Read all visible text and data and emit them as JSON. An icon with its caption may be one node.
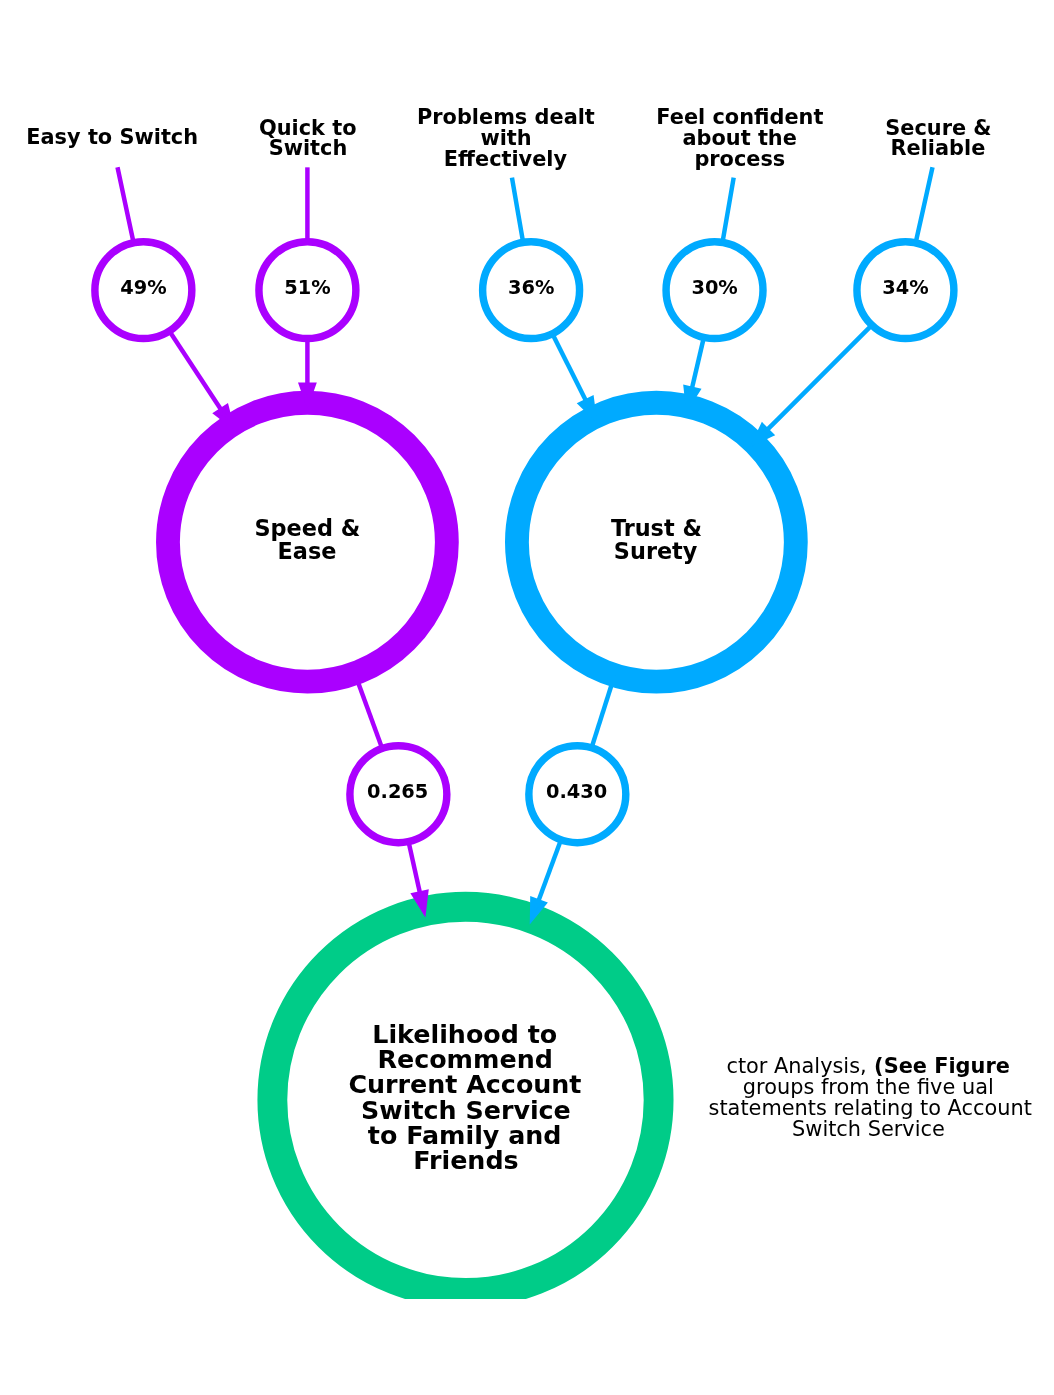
{
  "diagram": {
    "nodes": [
      {
        "text": [
          "Easy to Switch"
        ]
      },
      {
        "text": [
          "Quick to Switch"
        ]
      },
      {
        "text": [
          "Feel confident about the process"
        ]
      },
      {
        "text": [
          "Secure & Reliable"
        ]
      },
      {
        "text": [
          "Problems dealt with Effectively"
        ]
      },
      {
        "text": [
          "49%"
        ]
      },
      {
        "text": [
          "51%"
        ]
      },
      {
        "text": [
          "30%"
        ]
      },
      {
        "text": [
          "34%"
        ]
      },
      {
        "text": [
          "36%"
        ]
      },
      {
        "text": [
          "Speed & Ease"
        ]
      },
      {
        "text": [
          "Trust & Surety"
        ]
      },
      {
        "text": [
          "0.265"
        ]
      },
      {
        "text": [
          "0.430"
        ]
      },
      {
        "text": [
          "Likelihood to Recommend Current Account Switch Service to Family and Friends"
        ]
      }
    ],
    "edges": [
      {
        "from": 0,
        "to": 5,
        "arrow": "none",
        "color": "#aa00ff"
      },
      {
        "from": 5,
        "to": 10,
        "arrow": "to",
        "color": "#aa00ff"
      },
      {
        "from": 1,
        "to": 6,
        "arrow": "none",
        "color": "#aa00ff"
      },
      {
        "from": 6,
        "to": 10,
        "arrow": "to",
        "color": "#aa00ff"
      },
      {
        "from": 2,
        "to": 7,
        "arrow": "none",
        "color": "#00aaff"
      },
      {
        "from": 7,
        "to": 11,
        "arrow": "to",
        "color": "#00aaff"
      },
      {
        "from": 3,
        "to": 8,
        "arrow": "none",
        "color": "#00aaff"
      },
      {
        "from": 8,
        "to": 11,
        "arrow": "to",
        "color": "#00aaff"
      },
      {
        "from": 4,
        "to": 9,
        "arrow": "none",
        "color": "#00aaff"
      },
      {
        "from": 9,
        "to": 11,
        "arrow": "to",
        "color": "#00aaff"
      },
      {
        "from": 10,
        "to": 12,
        "arrow": "none",
        "color": "#aa00ff"
      },
      {
        "from": 12,
        "to": 14,
        "arrow": "to",
        "color": "#aa00ff"
      },
      {
        "from": 11,
        "to": 13,
        "arrow": "none",
        "color": "#00aaff"
      },
      {
        "from": 13,
        "to": 14,
        "arrow": "to",
        "color": "#00aaff"
      }
    ],
    "labels": [
      "ctor Analysis, **(See Figure** groups from the five ual statements relating to Account Switch Service"
    ]
  }
}
